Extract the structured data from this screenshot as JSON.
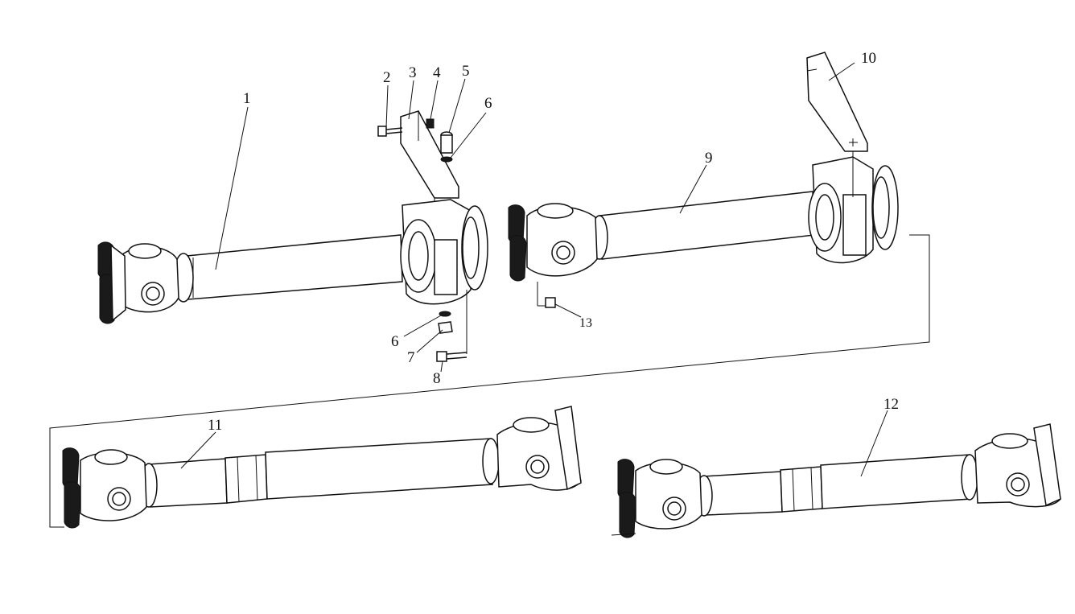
{
  "callouts": {
    "c1": "1",
    "c2": "2",
    "c3": "3",
    "c4": "4",
    "c5": "5",
    "c6a": "6",
    "c6b": "6",
    "c7": "7",
    "c8": "8",
    "c9": "9",
    "c10": "10",
    "c11": "11",
    "c12": "12",
    "c13": "13"
  }
}
